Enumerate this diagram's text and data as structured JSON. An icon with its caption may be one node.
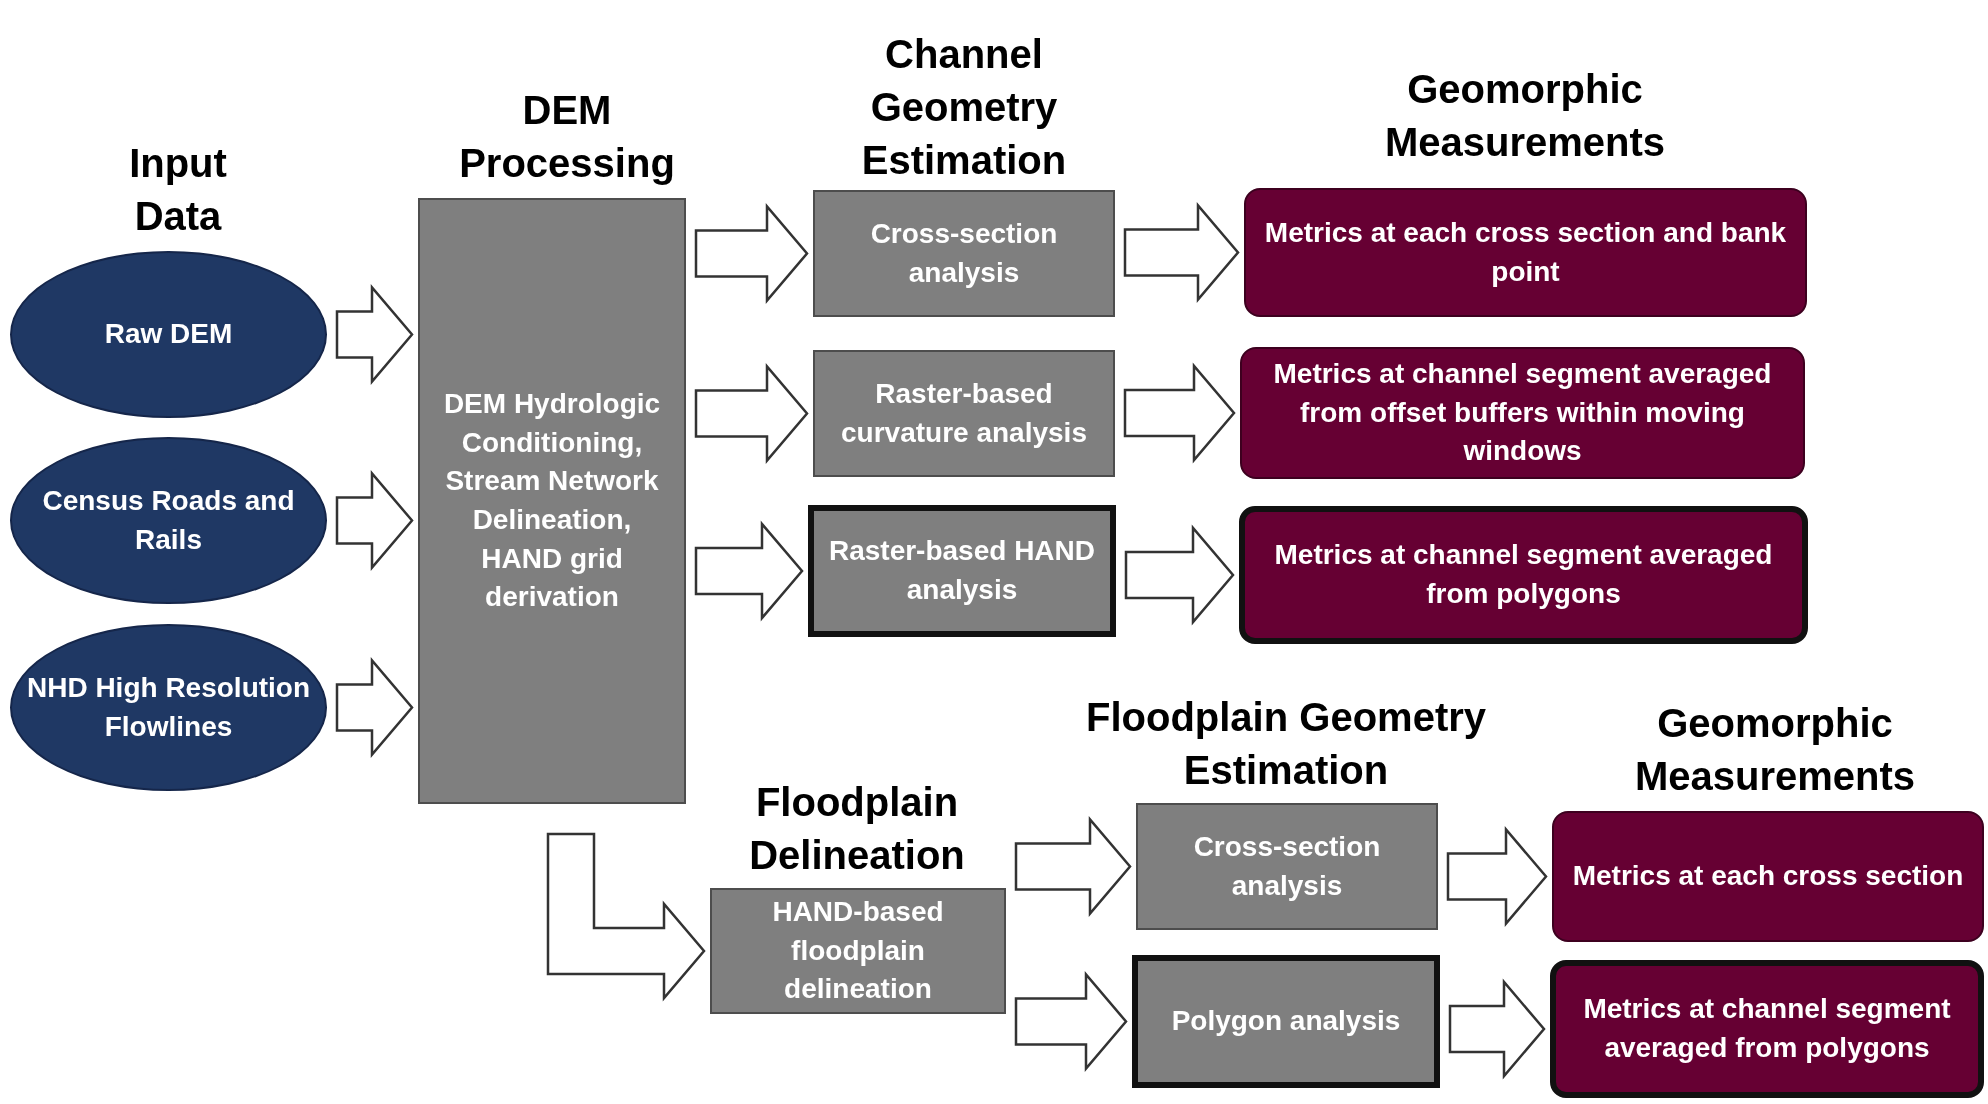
{
  "diagram": {
    "nodes": [
      {
        "text": [
          "Raw DEM"
        ]
      },
      {
        "text": [
          "Census Roads and Rails"
        ]
      },
      {
        "text": [
          "NHD High Resolution Flowlines"
        ]
      },
      {
        "text": [
          "DEM Hydrologic Conditioning, Stream Network Delineation, HAND grid derivation"
        ]
      },
      {
        "text": [
          "Cross-section analysis"
        ]
      },
      {
        "text": [
          "Raster-based curvature analysis"
        ]
      },
      {
        "text": [
          "Raster-based HAND analysis"
        ]
      },
      {
        "text": [
          "Metrics at each cross section and bank point"
        ]
      },
      {
        "text": [
          "Metrics at channel segment averaged from offset buffers within moving windows"
        ]
      },
      {
        "text": [
          "Metrics at channel segment averaged from polygons"
        ]
      },
      {
        "text": [
          "HAND-based floodplain delineation"
        ]
      },
      {
        "text": [
          "Cross-section analysis"
        ]
      },
      {
        "text": [
          "Polygon analysis"
        ]
      },
      {
        "text": [
          "Metrics at each cross section"
        ]
      },
      {
        "text": [
          "Metrics at channel segment averaged from polygons"
        ]
      }
    ],
    "edges": [
      {
        "from": 0,
        "to": 3,
        "arrow": "to"
      },
      {
        "from": 1,
        "to": 3,
        "arrow": "to"
      },
      {
        "from": 2,
        "to": 3,
        "arrow": "to"
      },
      {
        "from": 3,
        "to": 4,
        "arrow": "to"
      },
      {
        "from": 3,
        "to": 5,
        "arrow": "to"
      },
      {
        "from": 3,
        "to": 6,
        "arrow": "to"
      },
      {
        "from": 4,
        "to": 7,
        "arrow": "to"
      },
      {
        "from": 5,
        "to": 8,
        "arrow": "to"
      },
      {
        "from": 6,
        "to": 9,
        "arrow": "to"
      },
      {
        "from": 3,
        "to": 10,
        "arrow": "to"
      },
      {
        "from": 10,
        "to": 11,
        "arrow": "to"
      },
      {
        "from": 10,
        "to": 12,
        "arrow": "to"
      },
      {
        "from": 11,
        "to": 13,
        "arrow": "to"
      },
      {
        "from": 12,
        "to": 14,
        "arrow": "to"
      }
    ],
    "labels": [
      "Input Data",
      "DEM Processing",
      "Channel Geometry Estimation",
      "Geomorphic Measurements",
      "Floodplain Delineation",
      "Floodplain Geometry Estimation",
      "Geomorphic Measurements"
    ]
  }
}
